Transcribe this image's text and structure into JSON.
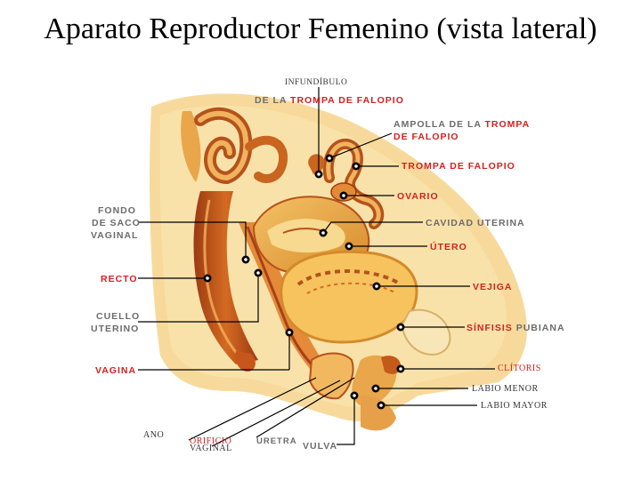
{
  "title": "Aparato Reproductor Femenino (vista lateral)",
  "labels": {
    "infundibulo": "INFUNDÍBULO",
    "de_la": "DE LA",
    "trompa_de_falopio_1": "TROMPA DE FALOPIO",
    "ampolla_de_la": "AMPOLLA DE LA",
    "trompa": "TROMPA",
    "de_falopio": "DE FALOPIO",
    "trompa_de_falopio_2": "TROMPA DE FALOPIO",
    "ovario": "OVARIO",
    "cavidad_uterina": "CAVIDAD UTERINA",
    "utero": "ÚTERO",
    "vejiga": "VEJIGA",
    "sinfisis": "SÍNFISIS",
    "pubiana": "PUBIANA",
    "clitoris": "CLÍTORIS",
    "labio_menor": "LABIO MENOR",
    "labio_mayor": "LABIO MAYOR",
    "fondo": "FONDO",
    "de_saco": "DE SACO",
    "vaginal": "VAGINAL",
    "recto": "RECTO",
    "cuello": "CUELLO",
    "uterino": "UTERINO",
    "vagina": "VAGINA",
    "ano": "ANO",
    "orificio": "ORIFICIO",
    "vaginal_orificio": "VAGINAL",
    "uretra": "URETRA",
    "vulva": "VULVA"
  },
  "colors": {
    "label_gray": "#6b6b6b",
    "label_red": "#d41f1f",
    "tissue_light": "#f7d98f",
    "tissue_mid": "#e9a64a",
    "tissue_dark": "#b5521b",
    "tissue_deep": "#8a2d0e"
  }
}
